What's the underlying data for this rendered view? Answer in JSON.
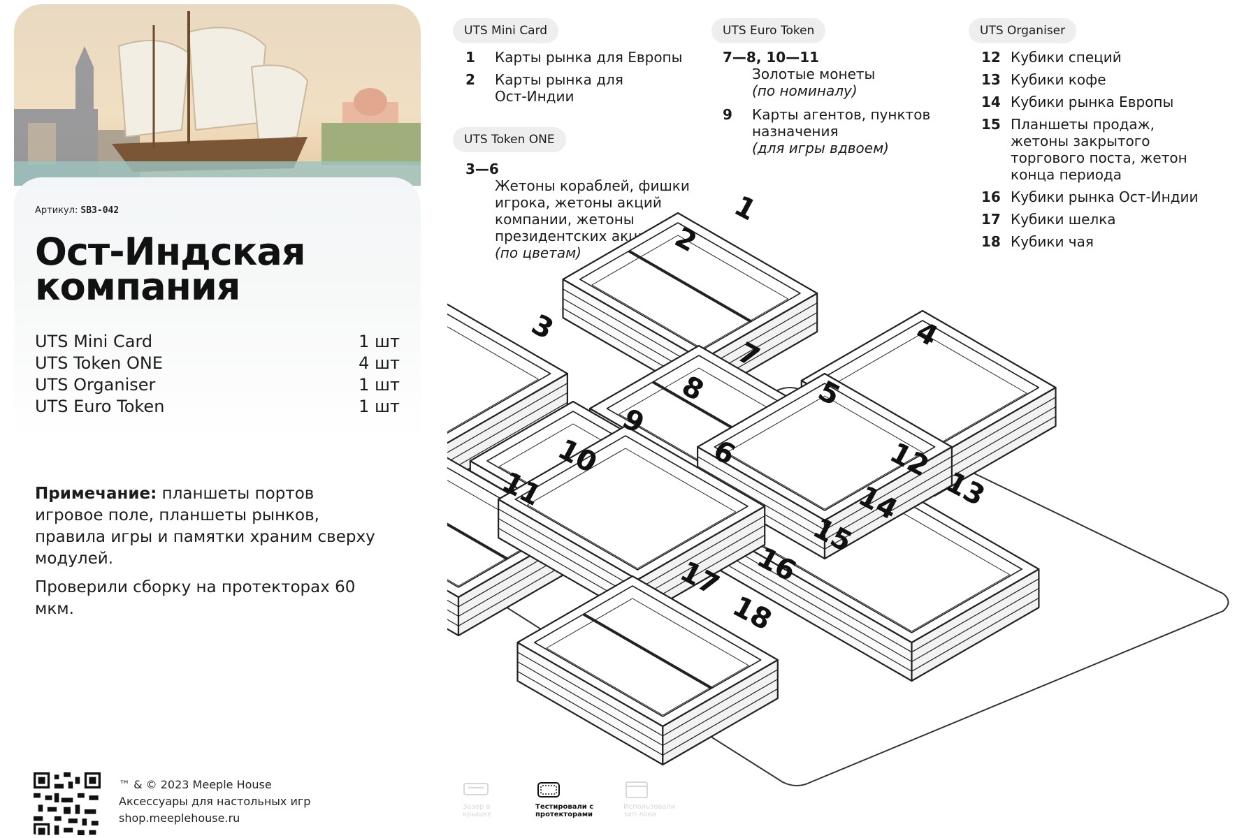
{
  "product": {
    "sku_label": "Артикул:",
    "sku_code": "SB3-042",
    "title_line1": "Ост-Индская",
    "title_line2": "компания"
  },
  "components": [
    {
      "name": "UTS Mini Card",
      "qty": "1 шт"
    },
    {
      "name": "UTS Token ONE",
      "qty": "4 шт"
    },
    {
      "name": "UTS Organiser",
      "qty": "1 шт"
    },
    {
      "name": "UTS Euro Token",
      "qty": "1 шт"
    }
  ],
  "note": {
    "bold": "Примечание:",
    "text": " планшеты портов игровое поле, планшеты рынков, правила игры и памятки храним сверху модулей.",
    "second": "Проверили сборку на протекторах 60 мкм."
  },
  "footer": {
    "line1": "™ & © 2023 Meeple House",
    "line2": "Аксессуары для настольных игр",
    "line3": "shop.meeplehouse.ru"
  },
  "legend": {
    "mini_card": {
      "chip": "UTS Mini Card",
      "items": [
        {
          "num": "1",
          "text": "Карты рынка для Европы"
        },
        {
          "num": "2",
          "text": "Карты рынка для Ост-Индии"
        }
      ]
    },
    "token_one": {
      "chip": "UTS Token ONE",
      "num": "3—6",
      "text": "Жетоны кораблей, фишки игрока, жетоны акций компании, жетоны президентских акций",
      "italic": "(по цветам)"
    },
    "euro_token": {
      "chip": "UTS Euro Token",
      "items": [
        {
          "num": "7—8, 10—11",
          "text": "Золотые монеты",
          "italic": "(по номиналу)"
        },
        {
          "num": "9",
          "text": "Карты агентов, пунктов назначения",
          "italic": "(для игры вдвоем)"
        }
      ]
    },
    "organiser": {
      "chip": "UTS Organiser",
      "items": [
        {
          "num": "12",
          "text": "Кубики специй"
        },
        {
          "num": "13",
          "text": "Кубики кофе"
        },
        {
          "num": "14",
          "text": "Кубики рынка Европы"
        },
        {
          "num": "15",
          "text": "Планшеты продаж, жетоны закрытого торгового поста, жетон конца периода"
        },
        {
          "num": "16",
          "text": "Кубики рынка Ост-Индии"
        },
        {
          "num": "17",
          "text": "Кубики шелка"
        },
        {
          "num": "18",
          "text": "Кубики чая"
        }
      ]
    }
  },
  "diagram": {
    "labels": [
      "1",
      "2",
      "3",
      "4",
      "5",
      "6",
      "7",
      "8",
      "9",
      "10",
      "11",
      "12",
      "13",
      "14",
      "15",
      "16",
      "17",
      "18"
    ]
  },
  "bottom_icons": [
    {
      "label": "Зазор в крышке",
      "active": false
    },
    {
      "label": "Тестировали с протекторами",
      "active": true
    },
    {
      "label": "Использовали зип-локи",
      "active": false
    }
  ]
}
